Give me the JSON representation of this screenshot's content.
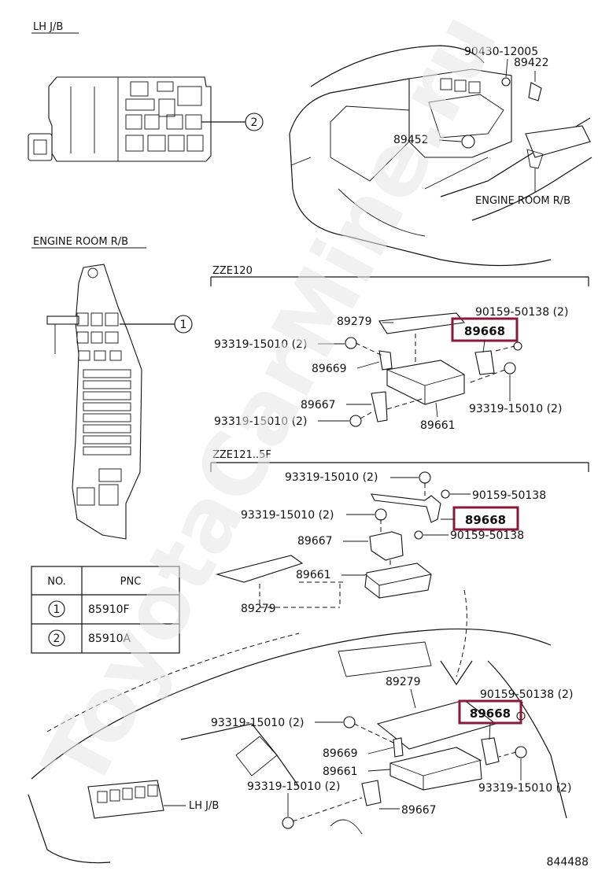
{
  "watermark": "ToyotaCarMine.ru",
  "diagram_id": "844488",
  "sections": {
    "lh_jb": "LH J/B",
    "engine_room_rb": "ENGINE ROOM R/B",
    "zze120": "ZZE120",
    "zze121": "ZZE121..5F"
  },
  "callout_numbers": {
    "one": "1",
    "two": "2"
  },
  "table": {
    "header_no": "NO.",
    "header_pnc": "PNC",
    "rows": [
      {
        "no": "1",
        "pnc": "85910F"
      },
      {
        "no": "2",
        "pnc": "85910A"
      }
    ]
  },
  "top_labels": {
    "p90430": "90430-12005",
    "p89422": "89422",
    "p89452": "89452",
    "engine_room_rb": "ENGINE ROOM R/B"
  },
  "zze120_labels": {
    "p89279": "89279",
    "p90159": "90159-50138 (2)",
    "p89668": "89668",
    "p93319_a": "93319-15010 (2)",
    "p89669": "89669",
    "p93319_b": "93319-15010 (2)",
    "p89667": "89667",
    "p93319_c": "93319-15010 (2)",
    "p89661": "89661"
  },
  "zze121_labels": {
    "p93319_a": "93319-15010 (2)",
    "p90159_a": "90159-50138",
    "p93319_b": "93319-15010 (2)",
    "p89668": "89668",
    "p89667": "89667",
    "p90159_b": "90159-50138",
    "p89661": "89661",
    "p89279": "89279"
  },
  "bottom_labels": {
    "p89279": "89279",
    "p90159": "90159-50138 (2)",
    "p89668": "89668",
    "p93319_a": "93319-15010 (2)",
    "p89669": "89669",
    "p89661": "89661",
    "p93319_b": "93319-15010 (2)",
    "p93319_c": "93319-15010 (2)",
    "lh_jb": "LH J/B",
    "p89667": "89667"
  },
  "highlight_color": "#8b1a3a"
}
